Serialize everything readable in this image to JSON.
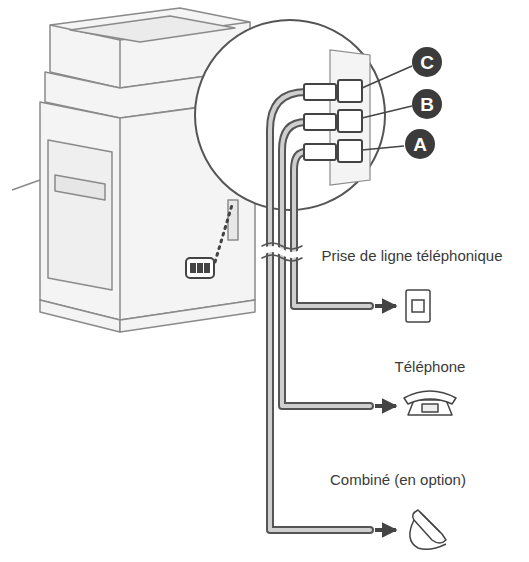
{
  "diagram": {
    "labels": [
      "C",
      "B",
      "A",
      "Prise de ligne téléphonique",
      "Téléphone",
      "Combiné (en option)"
    ]
  }
}
